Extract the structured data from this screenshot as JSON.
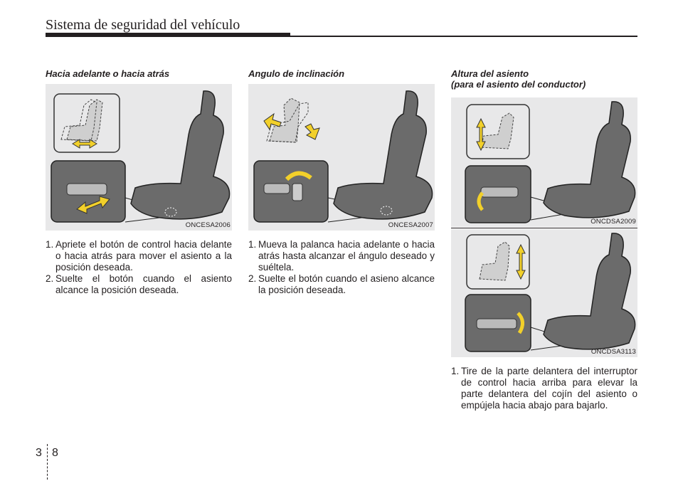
{
  "header": {
    "title": "Sistema de seguridad del vehículo"
  },
  "columns": [
    {
      "heading": "Hacia adelante o hacia atrás",
      "figure_code": "ONCESA2006",
      "steps": [
        {
          "num": "1.",
          "text": "Apriete el botón de control hacia delante o hacia atrás para mover el asiento a la posición deseada."
        },
        {
          "num": "2.",
          "text": "Suelte el botón cuando el asiento alcance la posición deseada."
        }
      ]
    },
    {
      "heading": "Angulo de inclinación",
      "figure_code": "ONCESA2007",
      "steps": [
        {
          "num": "1.",
          "text": "Mueva la palanca hacia adelante o hacia atrás hasta alcanzar el ángulo deseado y suéltela."
        },
        {
          "num": "2.",
          "text": "Suelte el botón cuando el asieno alcance la posición deseada."
        }
      ]
    },
    {
      "heading_line1": "Altura del asiento",
      "heading_line2": "(para el asiento del conductor)",
      "figure_code_top": "ONCDSA2009",
      "figure_code_bottom": "ONCDSA3113",
      "steps": [
        {
          "num": "1.",
          "text": "Tire de la parte delantera del interruptor de control hacia arriba para elevar la parte delantera del cojín del asiento o empújela hacia abajo para bajarlo."
        }
      ]
    }
  ],
  "footer": {
    "chapter": "3",
    "page": "8"
  },
  "colors": {
    "text": "#231f20",
    "figure_bg": "#e8e8e9",
    "arrow": "#f2d02a",
    "seat": "#6b6b6b"
  }
}
